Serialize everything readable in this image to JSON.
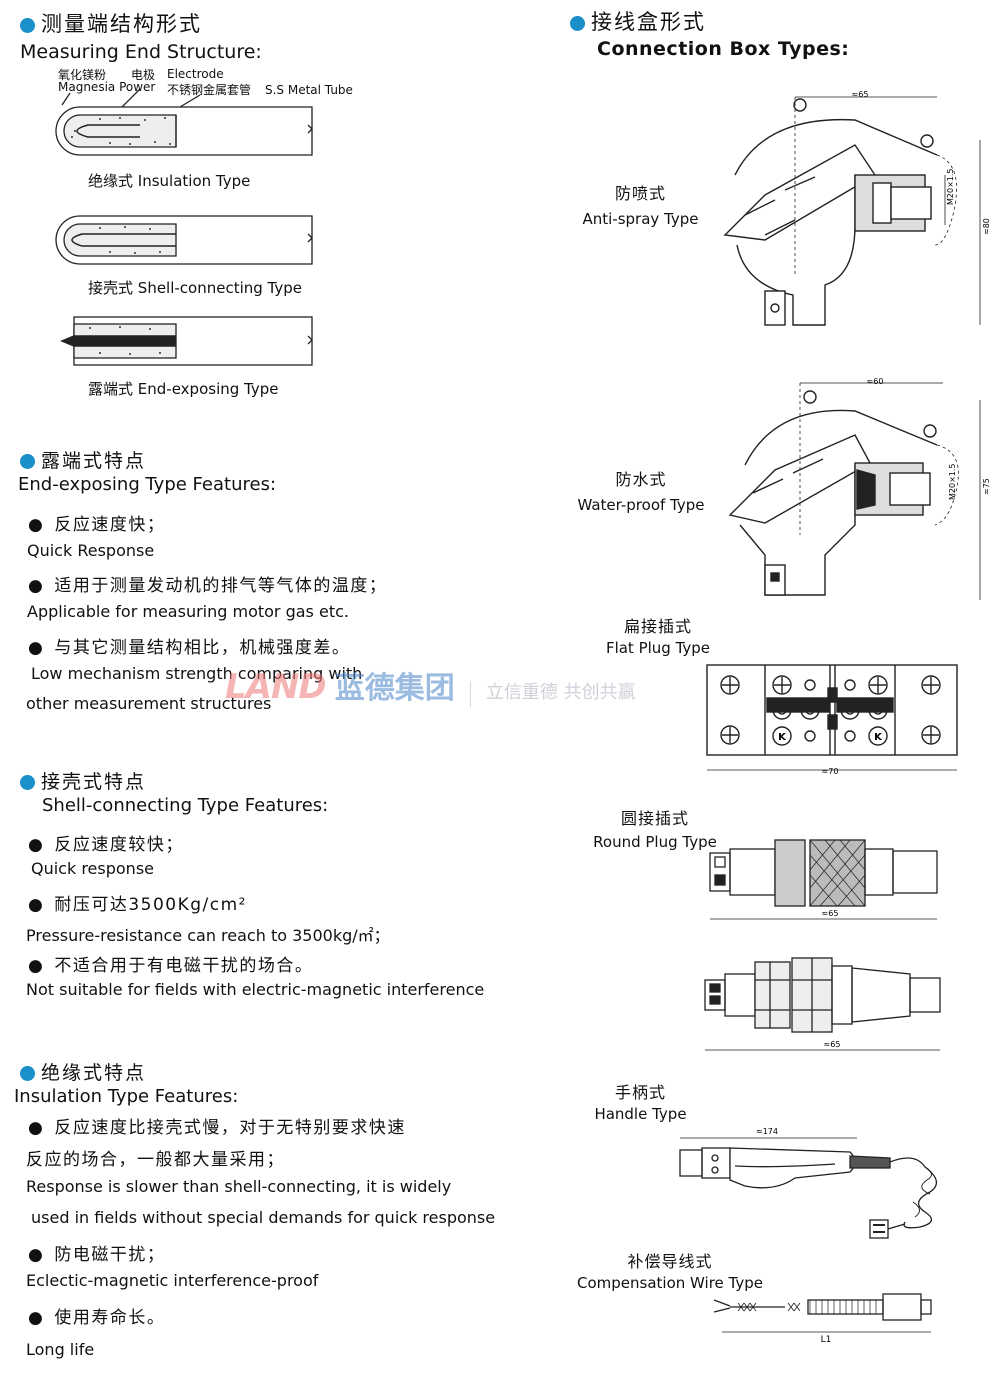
{
  "left": {
    "measuring": {
      "title_cn": "测量端结构形式",
      "title_en": "Measuring End Structure:",
      "labels": {
        "magnesia_cn": "氧化镁粉",
        "magnesia_en": "Magnesia Power",
        "electrode_cn": "电极",
        "electrode_en": "Electrode",
        "tube_cn": "不锈钢金属套管",
        "tube_en": "S.S Metal Tube"
      },
      "types": [
        {
          "cn": "绝缘式",
          "en": "Insulation Type"
        },
        {
          "cn": "接壳式",
          "en": "Shell-connecting Type"
        },
        {
          "cn": "露端式",
          "en": "End-exposing Type"
        }
      ]
    },
    "end_exposing": {
      "title_cn": "露端式特点",
      "title_en": "End-exposing Type  Features:",
      "items": [
        {
          "cn": "反应速度快；",
          "en": [
            "Quick Response"
          ]
        },
        {
          "cn": "适用于测量发动机的排气等气体的温度；",
          "en": [
            "Applicable for measuring motor gas etc."
          ]
        },
        {
          "cn": "与其它测量结构相比，机械强度差。",
          "en": [
            "Low mechanism strength comparing with",
            "other measurement structures"
          ]
        }
      ]
    },
    "shell": {
      "title_cn": "接壳式特点",
      "title_en": "Shell-connecting Type Features:",
      "items": [
        {
          "cn": "反应速度较快；",
          "en": [
            "Quick response"
          ]
        },
        {
          "cn": "耐压可达3500Kg/cm²",
          "en": [
            "Pressure-resistance can reach to 3500kg/㎡；"
          ]
        },
        {
          "cn": "不适合用于有电磁干扰的场合。",
          "en": [
            "Not suitable for fields with electric-magnetic interference"
          ]
        }
      ]
    },
    "insulation": {
      "title_cn": "绝缘式特点",
      "title_en": "Insulation Type Features:",
      "items": [
        {
          "cn": "反应速度比接壳式慢，对于无特别要求快速",
          "cn2": "反应的场合，一般都大量采用；",
          "en": [
            "Response is slower than shell-connecting, it is widely",
            "used in  fields without special demands for quick response"
          ]
        },
        {
          "cn": "防电磁干扰；",
          "en": [
            "Eclectic-magnetic interference-proof"
          ]
        },
        {
          "cn": "使用寿命长。",
          "en": [
            "Long life"
          ]
        }
      ]
    }
  },
  "right": {
    "title_cn": "接线盒形式",
    "title_en": "Connection Box Types:",
    "boxes": [
      {
        "cn": "防喷式",
        "en": "Anti-spray Type"
      },
      {
        "cn": "防水式",
        "en": "Water-proof Type"
      },
      {
        "cn": "扁接插式",
        "en": "Flat Plug Type"
      },
      {
        "cn": "圆接插式",
        "en": "Round Plug Type"
      },
      {
        "cn": "手柄式",
        "en": "Handle Type"
      },
      {
        "cn": "补偿导线式",
        "en": "Compensation Wire Type"
      }
    ],
    "dims": {
      "anti_top": "≈65",
      "anti_thread": "M20×1.5",
      "anti_height": "≈80",
      "water_top": "≈60",
      "water_thread": "M20×1.5",
      "water_height": "≈75",
      "flat_len": "≈70",
      "round1_len": "≈65",
      "round2_len": "≈65",
      "handle_len": "≈174",
      "comp_len": "L1",
      "plug_k": "K"
    }
  },
  "watermark": {
    "logo": "LAND",
    "brand": "蓝德集团",
    "slogan": "立信重德  共创共赢"
  },
  "colors": {
    "accent": "#1a8fc9",
    "watermark": "#1a6fc0"
  }
}
